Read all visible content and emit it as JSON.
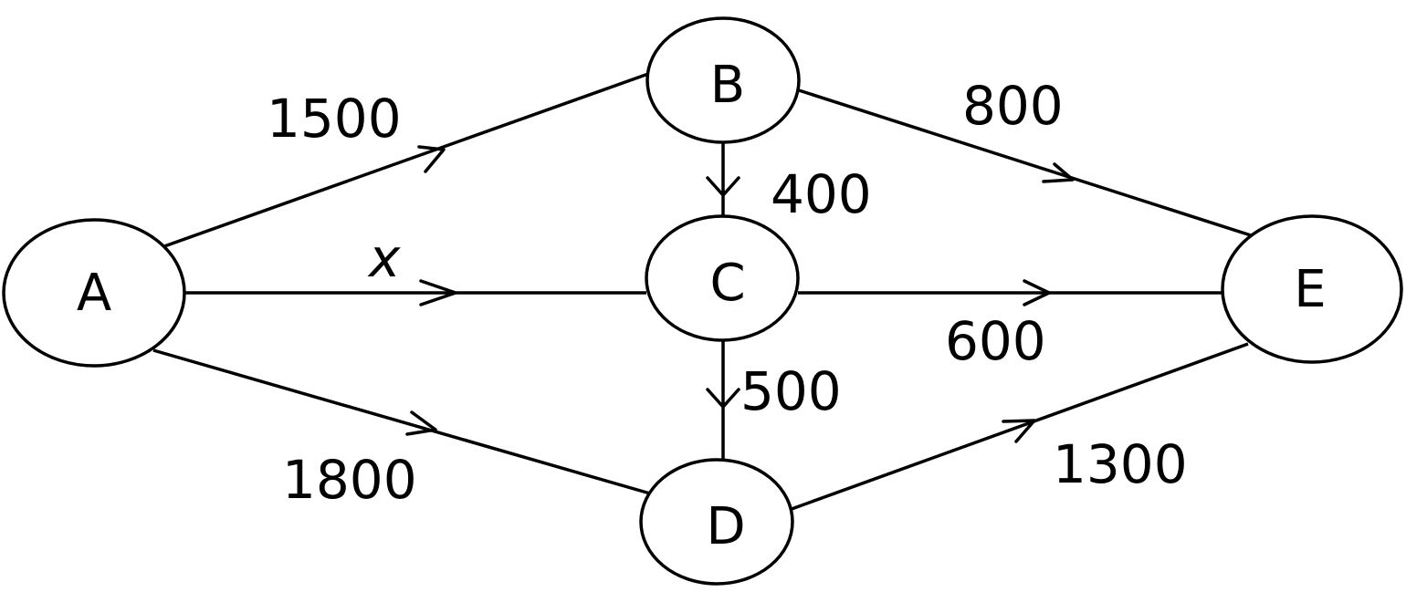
{
  "nodes": [
    {
      "id": "A",
      "label": "A"
    },
    {
      "id": "B",
      "label": "B"
    },
    {
      "id": "C",
      "label": "C"
    },
    {
      "id": "D",
      "label": "D"
    },
    {
      "id": "E",
      "label": "E"
    }
  ],
  "edges": [
    {
      "id": "AB",
      "from": "A",
      "to": "B",
      "label": "1500"
    },
    {
      "id": "AC",
      "from": "A",
      "to": "C",
      "label": "x"
    },
    {
      "id": "AD",
      "from": "A",
      "to": "D",
      "label": "1800"
    },
    {
      "id": "BC",
      "from": "B",
      "to": "C",
      "label": "400"
    },
    {
      "id": "BE",
      "from": "B",
      "to": "E",
      "label": "800"
    },
    {
      "id": "CE",
      "from": "C",
      "to": "E",
      "label": "600"
    },
    {
      "id": "CD",
      "from": "C",
      "to": "D",
      "label": "500"
    },
    {
      "id": "DE",
      "from": "D",
      "to": "E",
      "label": "1300"
    }
  ]
}
